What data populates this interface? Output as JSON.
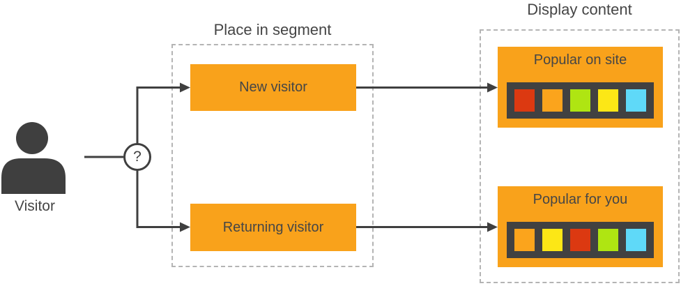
{
  "titles": {
    "segment": "Place in segment",
    "display": "Display content"
  },
  "visitor": {
    "label": "Visitor"
  },
  "decision": {
    "symbol": "?"
  },
  "segments": [
    {
      "label": "New visitor"
    },
    {
      "label": "Returning visitor"
    }
  ],
  "displays": [
    {
      "label": "Popular on site",
      "squares": [
        "#dc3911",
        "#fba41c",
        "#afe512",
        "#fce716",
        "#5fd9f8"
      ]
    },
    {
      "label": "Popular for you",
      "squares": [
        "#fba41c",
        "#fce716",
        "#dc3911",
        "#afe512",
        "#5fd9f8"
      ]
    }
  ],
  "colors": {
    "orange": "#f9a21b",
    "strip": "#414141",
    "line": "#3f3f3f",
    "dash": "#b4b4b4"
  }
}
